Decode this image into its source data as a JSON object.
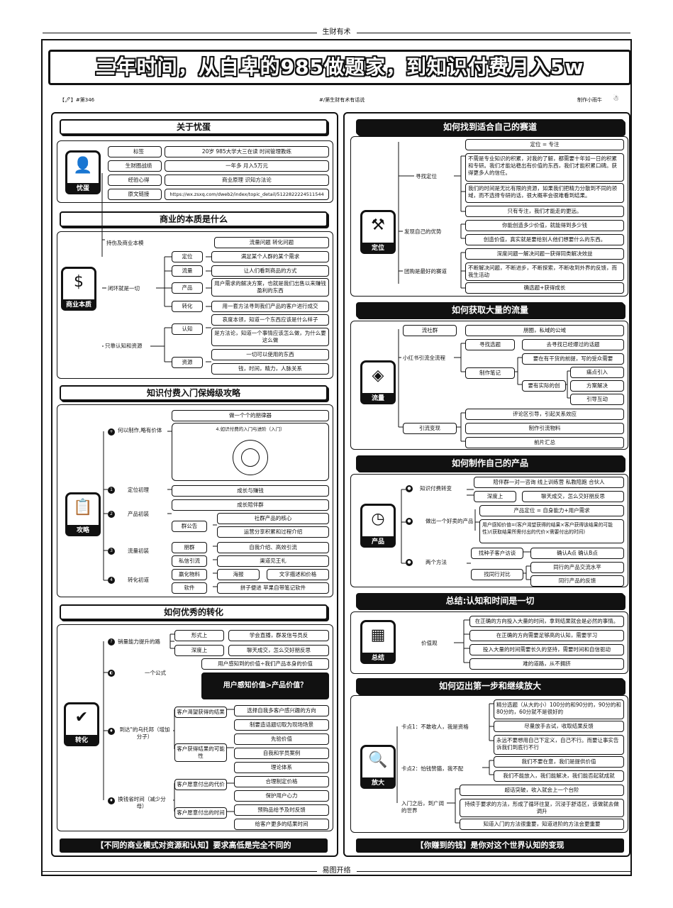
{
  "header": {
    "top_tag": "生财有术",
    "bottom_tag": "易图开络",
    "title": "三年时间，从自卑的985做题家，到知识付费月入5w",
    "meta_left": "【🖊】#第346",
    "meta_center": "#/第生财有术有话说",
    "meta_right": "制作小雨牛"
  },
  "left": {
    "about": {
      "title": "关于忧蛋",
      "icon": "忧蛋",
      "rows": [
        {
          "k": "标签",
          "v": "20岁 985大学大三在读 时间管理教练"
        },
        {
          "k": "生财圈战绩",
          "v": "一年多 月入5万元"
        },
        {
          "k": "经验心得",
          "v": "商业原理 识知方法论"
        },
        {
          "k": "原文链接",
          "v": "https://wx.zsxq.com/dweb2/index/topic_detail/5122822224511544"
        }
      ]
    },
    "biz": {
      "title": "商业的本质是什么",
      "icon": "商业本质",
      "b1": "持伤及商业本模",
      "b1v": "流量问题 转化问题",
      "b2": "闭环就是一切",
      "b2items": [
        {
          "k": "定位",
          "v": "满足某个人群的某个需求"
        },
        {
          "k": "流量",
          "v": "让人们看到商品的方式"
        },
        {
          "k": "产品",
          "v": "用户需求的解决方案，也就是我们出售以来赚钱盈利的东西"
        },
        {
          "k": "转化",
          "v": "用一套方法寻到我们产品的客户进行成交"
        }
      ],
      "b3": "只靠认知和资源",
      "b3a": "认知",
      "b3a1": "哀度本领，知道一个东西应该是什么样子",
      "b3a2": "是方法论，知道一个事情应该怎么做，为什么要这么做",
      "b3b": "资源",
      "b3b1": "一切可以使用的东西",
      "b3b2": "钱，时间，精力，人脉关系"
    },
    "guide": {
      "title": "知识付费入门保姆级攻略",
      "icon": "攻略",
      "n1": "何以制作,略有价体",
      "n1a": "做一个个的朋律器",
      "n1b": "4.如识付费的入门与进阶（入门）",
      "n2": "定位初理",
      "n2v": "成长与赚钱",
      "n3": "产品初装",
      "n3a": "成长陪伴群",
      "n3b": "群公告",
      "n3b1": "社群产品的核心",
      "n3b2": "运营分享积累和过程介绍",
      "n4": "流量初装",
      "n4a": "朋群",
      "n4a1": "自我介绍、高效引流",
      "n4b": "私信引流",
      "n4b1": "渠道见王礼",
      "n5": "转化初道",
      "n5a": "赢化物料",
      "n5a1": "海报",
      "n5a2": "文字描述和价格",
      "n5b": "软件",
      "n5b1": "拼子便进 苹果自带笔记软件"
    },
    "convert": {
      "title": "如何优秀的转化",
      "icon": "转化",
      "n1": "销量能力提升的路",
      "n1a": "形式上",
      "n1a1": "学会直播，群发信号员反",
      "n1b": "深度上",
      "n1b1": "聊天成交，怎么交好朋反思",
      "n2": "一个公式",
      "n2a": "用户感知到的价值÷我们产品本身的价值",
      "n2b": "用户感知价值>产品价值？",
      "n3": "到达\"的乌托邦（增加分子）",
      "n3a": "客户渴望获得的结果",
      "n3a1": "选择自我多客户感兴趣的方向",
      "n3a2": "制要造话题切取为现场场景",
      "n3b": "客户获得结果的可能性",
      "n3b1": "先验价值",
      "n3b2": "自我和学员案例",
      "n3b3": "理论体系",
      "n4": "换钱省时间（减少分母）",
      "n4a": "客户愿意付出的代价",
      "n4a1": "合理制定价格",
      "n4a2": "保护用户心力",
      "n4b": "客户愿意付出的时间",
      "n4b1": "预购品给予及时反馈",
      "n4b2": "给客户更多的结果时间"
    },
    "banner": "【不同的商业模式对资源和认知】要求高低是完全不同的"
  },
  "right": {
    "position": {
      "title": "如何找到适合自己的赛道",
      "icon": "定位",
      "top": "定位 = 专注",
      "n1": "寻找定位",
      "n1a": "不需是专业知识的积累，对我的了解，都需要十年如一日的积累和专研。我们才能站稳出有价值的东西，我们才能积累口碑。获得更多人的信任。",
      "n1b": "我们的时间是无比有限的资源，如果我们把精力分散到不同的领域，而不选择专研的话，很大概率会很难看到结果。",
      "n1c": "只有专注，我们才能走的更远。",
      "n2": "发现自己的优势",
      "n2a": "你能创造多少价值，就能得到多少钱",
      "n2b": "创造价值，真实就是要给别人他们想要什么的东西。",
      "n3": "团购是最好的赛道",
      "n3a": "深度问题一解决问题一获得同类解决效益",
      "n3b": "不断解决问题，不断进步，不断探索，不断收到外界的反馈，而我生活动",
      "n3c": "确选题+获得成长"
    },
    "traffic": {
      "title": "如何获取大量的流量",
      "icon": "流量",
      "n1": "流社群",
      "n1a": "朋圈，私域的公域",
      "n2": "小红书引流全流程",
      "n2a": "寻找选题",
      "n2a1": "去寻找已经爆过的话题",
      "n2b": "制作笔记",
      "n2b1": "要在有干货的前提，写的受众需要",
      "n2b2": "要有实际的创",
      "n2b2a": "痛点引入",
      "n2b2b": "方案解决",
      "n2b2c": "引导互动",
      "n3": "引流变现",
      "n3a": "评论区引导，引起关系效应",
      "n3b": "制作引流物料",
      "n3c": "前片汇总"
    },
    "product": {
      "title": "如何制作自己的产品",
      "icon": "产品",
      "n1": "知识付费转变",
      "n1a": "陪伴群一对一咨询 线上训练营 私教陪跑 合伙人",
      "n1b": "深度上",
      "n1b1": "聊天成交，怎么交好朋反思",
      "n2": "做出一个好卖的产品",
      "n2a": "产品定位 = 自身能力+用户需求",
      "n2b": "用户感知价值=(客户渴望获得的结果×客户获得该结果的可能性)/(获取结果所需付出的代价×需要付出的时间)",
      "n3": "两个方法",
      "n3a": "找种子客户访谈",
      "n3a1": "确认A点 确认B点",
      "n3b": "找同行对比",
      "n3b1": "同行的产品交流水平",
      "n3b2": "同行产品的反馈"
    },
    "summary": {
      "title": "总结:认知和时间是一切",
      "icon": "总结",
      "n": "价值观",
      "a": "在正确的方向投入大量的时间，拿到结果就会是必然的事情。",
      "b": "在正确的方向需要足够高的认知，需要学习",
      "c": "投入大量的时间需要长久的坚持，需要时间和自信驱动",
      "d": "难的道路，从不拥挤"
    },
    "next": {
      "title": "如何迈出第一步和继续放大",
      "icon": "放大",
      "c1": "卡点1：不敢收人，我是资格",
      "c1a": "精分选题（从大的小）100分的和90分的，90分的和80分的，60分就不是很好的",
      "c1b": "尽量放手去试，收取结果反馈",
      "c1c": "永远不要想用自己下定义，自己不行。而要让事实告诉我们到底行不行",
      "c2": "卡点2：怕钱赞猫，我不配",
      "c2a": "我们不要在意，我们是提供价值",
      "c2b": "我们不能放入，我们能解决，我们能否起就成就",
      "c3": "入门之后，到广阔的世界",
      "c3a": "超话突破，收入就会上一个台阶",
      "c3b": "持续于要求的方法，形成了循环往复，沉浸于舒适区，该做就去做调升",
      "c3c": "知道入门的方法很重要，知道进阶的方法会更重要"
    },
    "banner": "【你赚到的钱】是你对这个世界认知的变现"
  }
}
